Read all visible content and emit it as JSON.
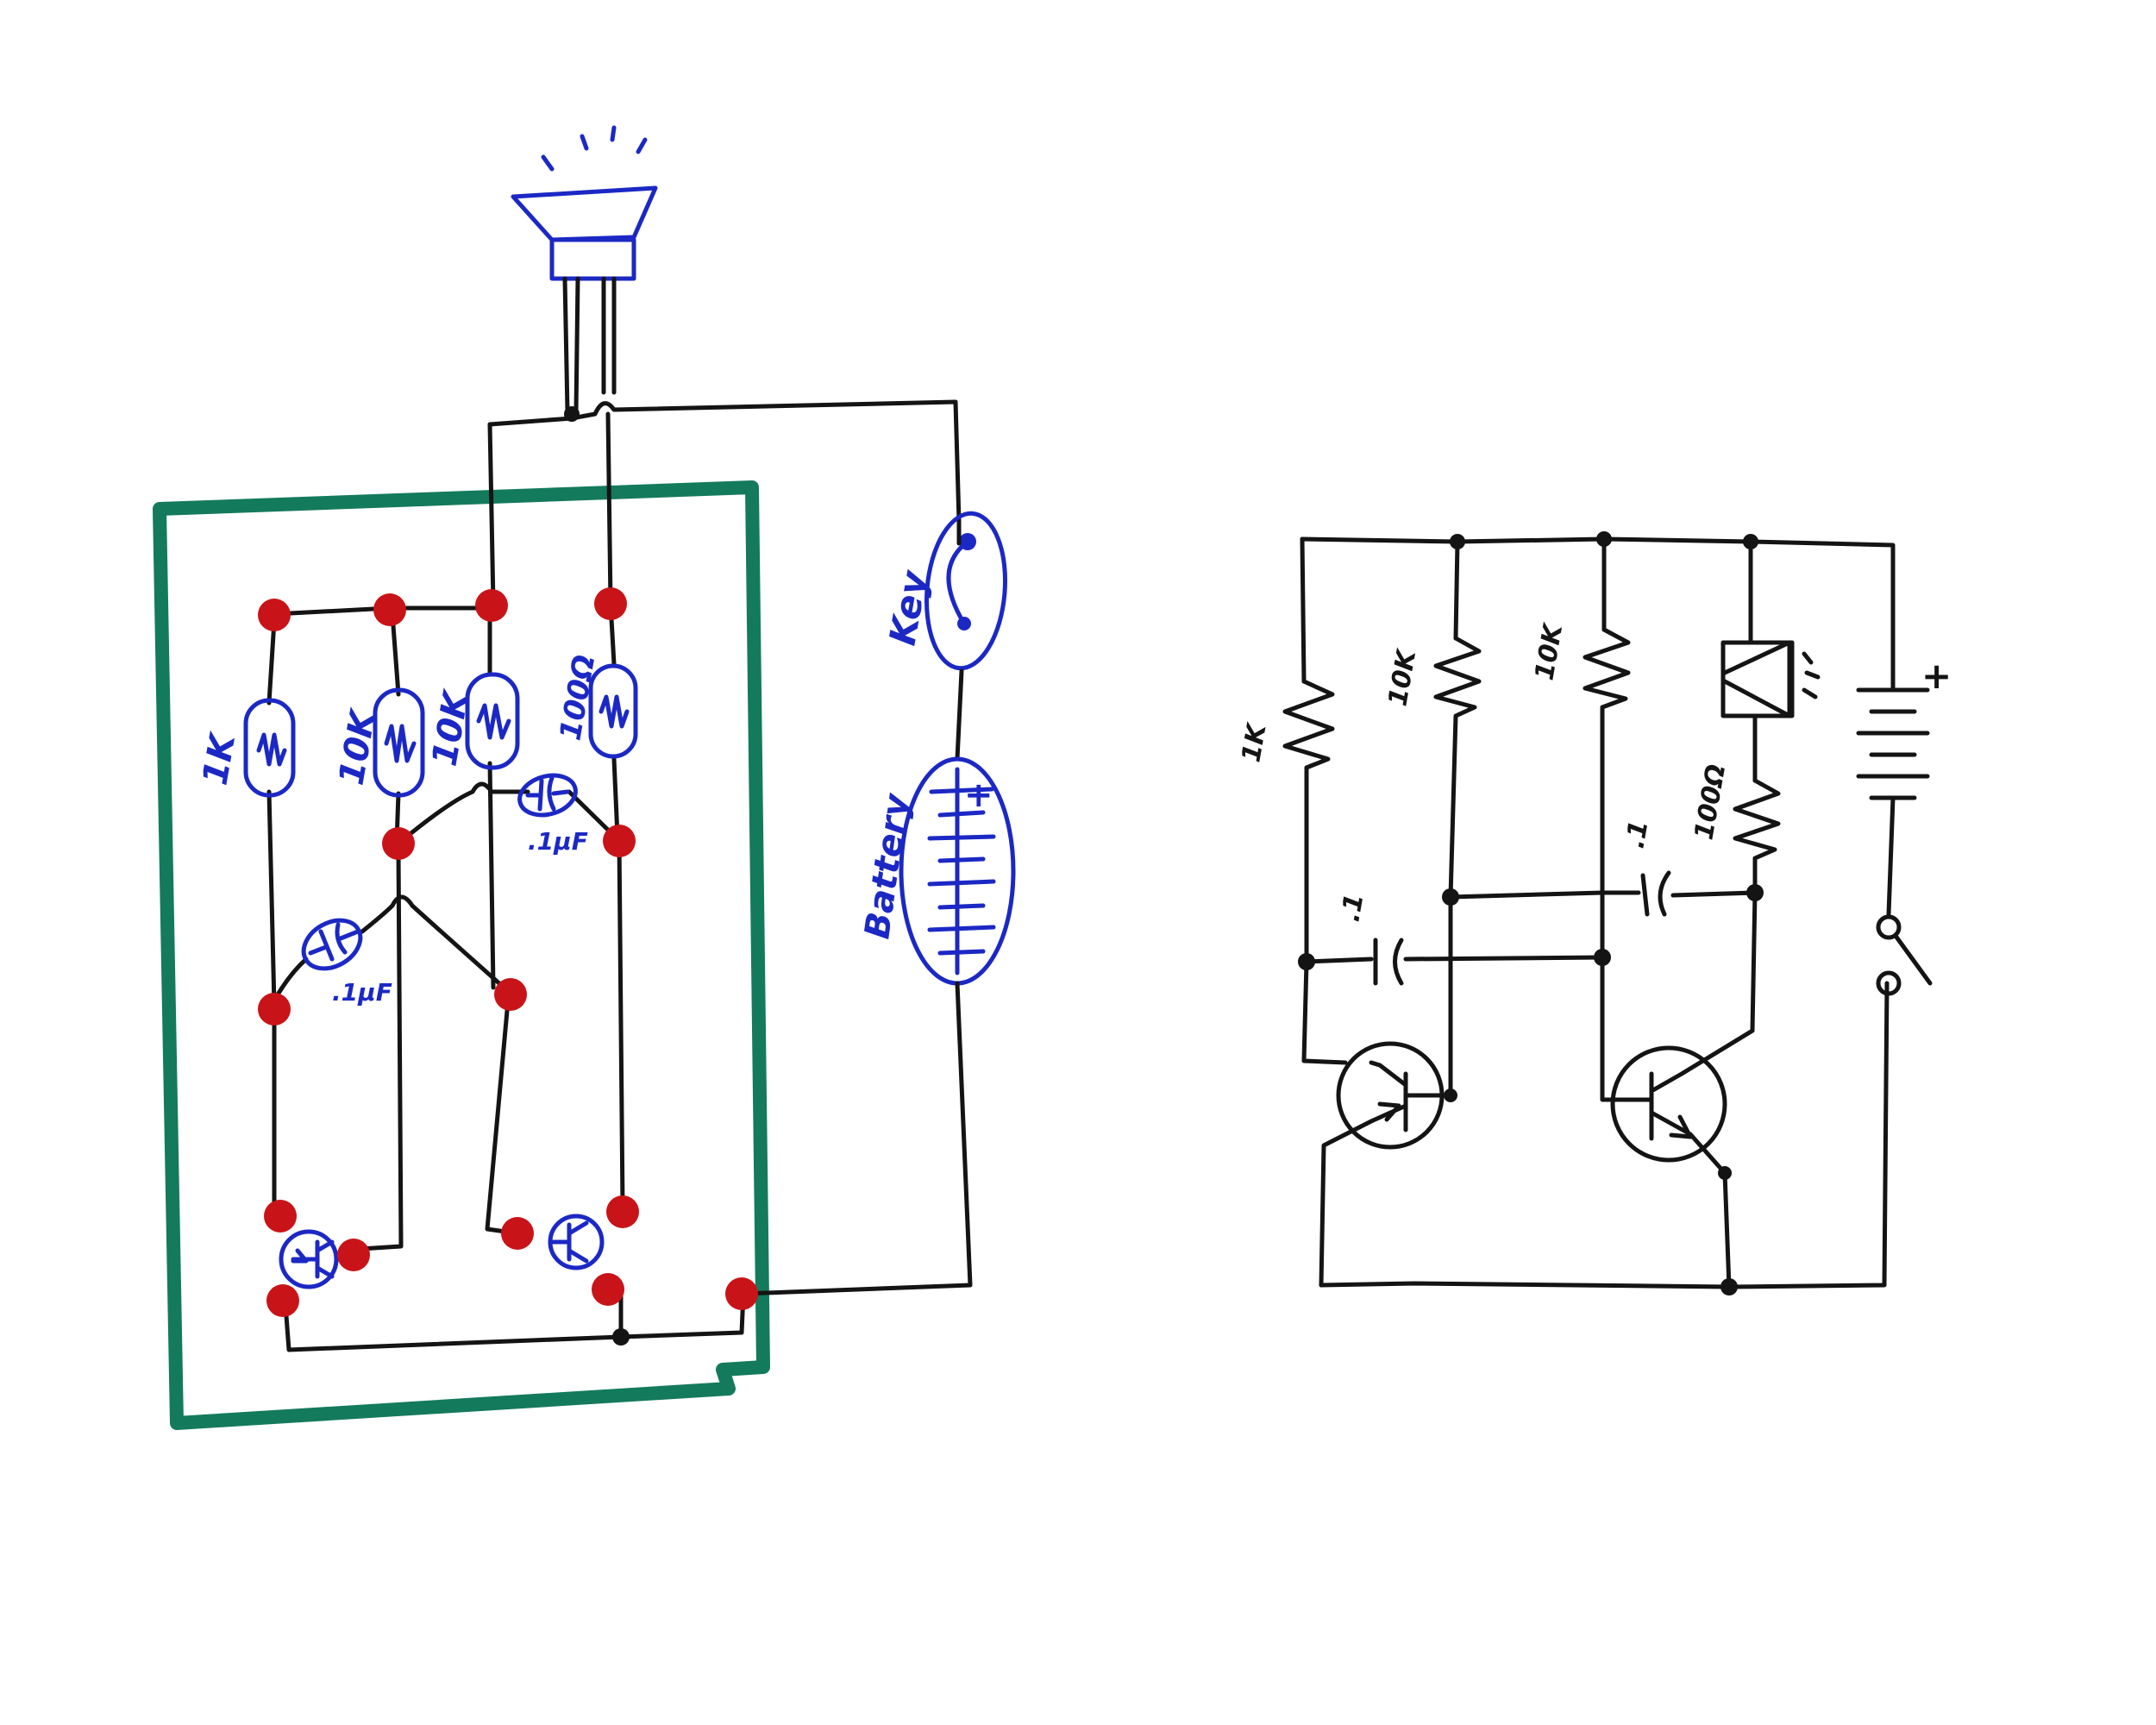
{
  "breadboard": {
    "labels": {
      "r1": "1K",
      "r2": "10K",
      "r3": "10K",
      "r4": "100Ω",
      "c1": ".1μF",
      "c2": ".1μF",
      "key": "Key",
      "battery": "Battery",
      "battery_plus": "+"
    }
  },
  "schematic": {
    "labels": {
      "r1": "1K",
      "r2": "10K",
      "r3": "10K",
      "r4": "100Ω",
      "c1": ".1",
      "c2": ".1",
      "battery_plus": "+"
    }
  },
  "colors": {
    "ink": "#141414",
    "component_blue": "#1c28c4",
    "pad_red": "#c81418",
    "board_green": "#147a5c"
  }
}
